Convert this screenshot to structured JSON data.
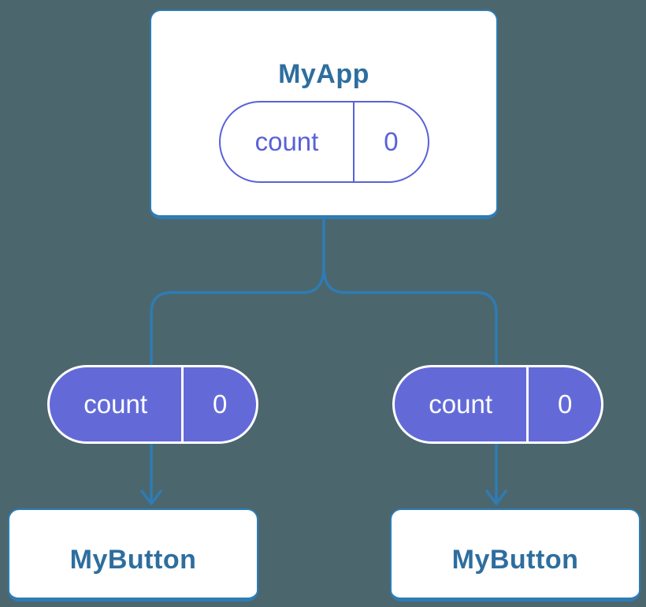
{
  "colors": {
    "bg": "#4c666e",
    "line": "#2e7cb4",
    "title_ink": "#2e6e9e",
    "purple_fill": "#636ad8",
    "purple_ink": "#5a61d8",
    "node_bg": "#ffffff",
    "pill_text": "#ffffff"
  },
  "nodes": {
    "root": {
      "title": "MyApp",
      "state": {
        "label": "count",
        "value": "0"
      }
    },
    "children": [
      {
        "title": "MyButton",
        "prop": {
          "label": "count",
          "value": "0"
        }
      },
      {
        "title": "MyButton",
        "prop": {
          "label": "count",
          "value": "0"
        }
      }
    ]
  }
}
